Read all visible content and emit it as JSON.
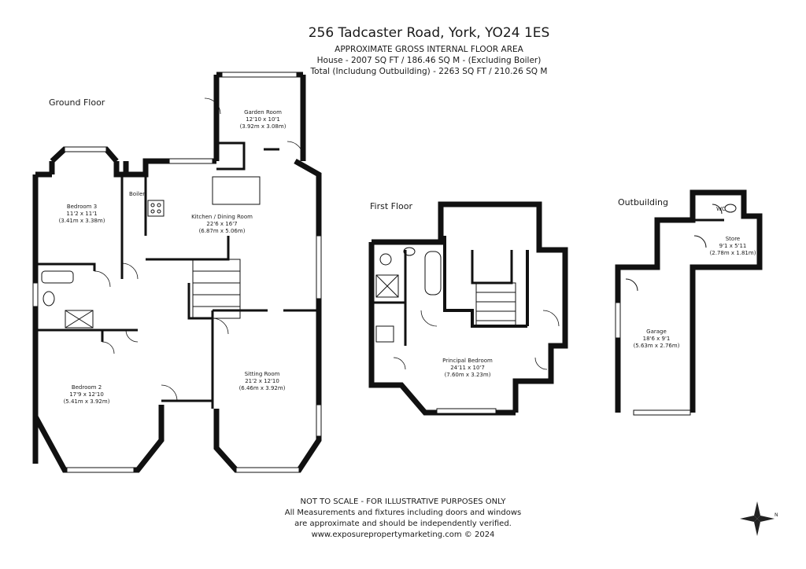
{
  "header": {
    "address": "256 Tadcaster Road, York, YO24 1ES",
    "line1": "APPROXIMATE GROSS INTERNAL FLOOR AREA",
    "line2": "House - 2007 SQ FT / 186.46 SQ M - (Excluding Boiler)",
    "line3": "Total (Includung Outbuilding) - 2263 SQ FT / 210.26 SQ M"
  },
  "floors": {
    "ground": "Ground Floor",
    "first": "First Floor",
    "outbuilding": "Outbuilding"
  },
  "rooms": {
    "garden_room": {
      "name": "Garden Room",
      "imperial": "12'10 x 10'1",
      "metric": "(3.92m x 3.08m)"
    },
    "bedroom3": {
      "name": "Bedroom 3",
      "imperial": "11'2 x 11'1",
      "metric": "(3.41m x 3.38m)"
    },
    "boiler": {
      "name": "Boiler"
    },
    "kitchen": {
      "name": "Kitchen / Dining Room",
      "imperial": "22'6 x 16'7",
      "metric": "(6.87m x 5.06m)"
    },
    "bedroom2": {
      "name": "Bedroom 2",
      "imperial": "17'9 x 12'10",
      "metric": "(5.41m x 3.92m)"
    },
    "sitting": {
      "name": "Sitting Room",
      "imperial": "21'2 x 12'10",
      "metric": "(6.46m x 3.92m)"
    },
    "principal": {
      "name": "Principal Bedroom",
      "imperial": "24'11 x 10'7",
      "metric": "(7.60m x 3.23m)"
    },
    "wc": {
      "name": "WC"
    },
    "store": {
      "name": "Store",
      "imperial": "9'1 x 5'11",
      "metric": "(2.78m x 1.81m)"
    },
    "garage": {
      "name": "Garage",
      "imperial": "18'6 x 9'1",
      "metric": "(5.63m x 2.76m)"
    }
  },
  "footer": {
    "line1": "NOT TO SCALE - FOR ILLUSTRATIVE PURPOSES ONLY",
    "line2": "All Measurements and fixtures including doors and windows",
    "line3": "are approximate and should be independently verified.",
    "line4": "www.exposurepropertymarketing.com © 2024"
  },
  "compass": {
    "label": "N"
  }
}
